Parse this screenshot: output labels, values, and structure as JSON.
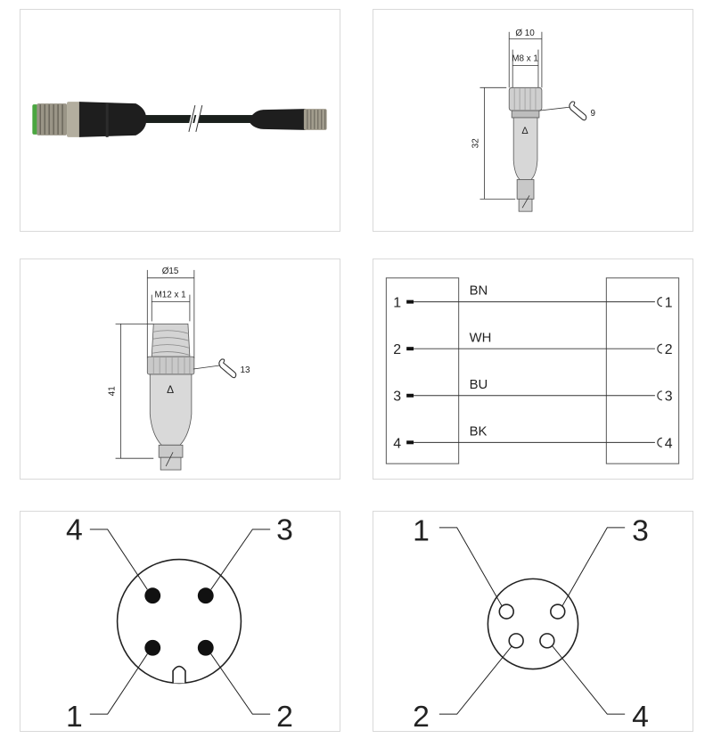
{
  "product_photo": {
    "alt_icon": "m12-to-m8-cable-photo",
    "colors": {
      "cable": "#1a1f1c",
      "nut": "#9a9587",
      "seal": "#4aa640",
      "sleeve": "#1e1e1e"
    }
  },
  "m8_drawing": {
    "diameter_label": "Ø 10",
    "thread_label": "M8 x 1",
    "length_label": "32",
    "wrench_size": "9",
    "arrow_mark": "Δ"
  },
  "m12_drawing": {
    "diameter_label": "Ø15",
    "thread_label": "M12 x 1",
    "length_label": "41",
    "wrench_size": "13",
    "arrow_mark": "Δ"
  },
  "wiring": {
    "wires": [
      {
        "left_pin": "1",
        "color_code": "BN",
        "right_pin": "1"
      },
      {
        "left_pin": "2",
        "color_code": "WH",
        "right_pin": "2"
      },
      {
        "left_pin": "3",
        "color_code": "BU",
        "right_pin": "3"
      },
      {
        "left_pin": "4",
        "color_code": "BK",
        "right_pin": "4"
      }
    ]
  },
  "m12_pinout": {
    "labels": {
      "top_left": "4",
      "top_right": "3",
      "bottom_left": "1",
      "bottom_right": "2"
    }
  },
  "m8_pinout": {
    "labels": {
      "top_left": "1",
      "top_right": "3",
      "bottom_left": "2",
      "bottom_right": "4"
    }
  }
}
